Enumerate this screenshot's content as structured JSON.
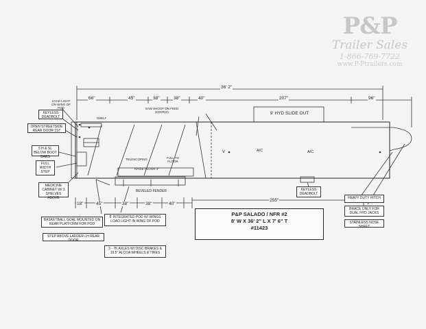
{
  "logo": {
    "brand": "P&P",
    "name": "Trailer Sales",
    "phone": "1-866-769-7722",
    "url": "www.P-Ptrailers.com"
  },
  "dimensions": {
    "overall": "36' 2\"",
    "front": "96\"",
    "d66": "66\"",
    "d45_top": "45\"",
    "d38_top_a": "38\"",
    "d38_top_b": "38\"",
    "d40_top": "40\"",
    "d207": "207\"",
    "d18": "18\"",
    "d45_bot": "45\"",
    "d38_bot_a": "38\"",
    "d38_bot_b": "38\"",
    "d40_bot": "40\"",
    "d255": "255\""
  },
  "labels": {
    "load_light": "LOAD LIGHT ON WING OF POD",
    "keyless_deadbolt": "KEYLESS DEADBOLT",
    "open_streetside": "OPEN STREETSIDE REAR DOOR 1ST",
    "shelf": "SHELF",
    "saw_shoot": "SAW SHOOT ON FEED DOOR(S)",
    "slide_out": "9' HYD SLIDE OUT",
    "sh_sl": "5 H & SL BELOW BOOT BARS",
    "full_width_step": "FULL WIDTH STEP",
    "telescoping": "TELESCOPING",
    "full_to_floor": "FULL TO FLOOR",
    "v": "V",
    "ac1": "A/C",
    "ac2": "A/C",
    "raise_floor": "RAISE FLOOR 4\"",
    "medicine_cabinet": "MEDICINE CABINET W/ 3 SHELVES ABOVE",
    "beveled_fender": "BEVELED FENDER",
    "keyless_deadbolt_2": "KEYLESS DEADBOLT",
    "basketball_goal": "BASKETBALL GOAL MOUNTED ON REAR PLATFORM FOR POD",
    "step_above": "STEP ABOVE LADDER LH REAR DOOR",
    "integrated_pod": "8' INTEGRATED POD W/ WINGS LOAD LIGHT IN WING OF POD",
    "axles": "3 - 7K AXLES W/ DISC BRAKES & 19.5\" ALCOA WHEELS & TIRES",
    "heavy_duty_hitch": "HEAVY DUTY HITCH",
    "brace": "BRACE ONLY FOR DUAL HYD JACKS",
    "stainless": "STAINLESS NOSE SHEET"
  },
  "spec": {
    "line1": "P&P SALADO / NFR #2",
    "line2": "8' W X 36' 2\" L X 7' 6\" T",
    "line3": "#11423"
  }
}
